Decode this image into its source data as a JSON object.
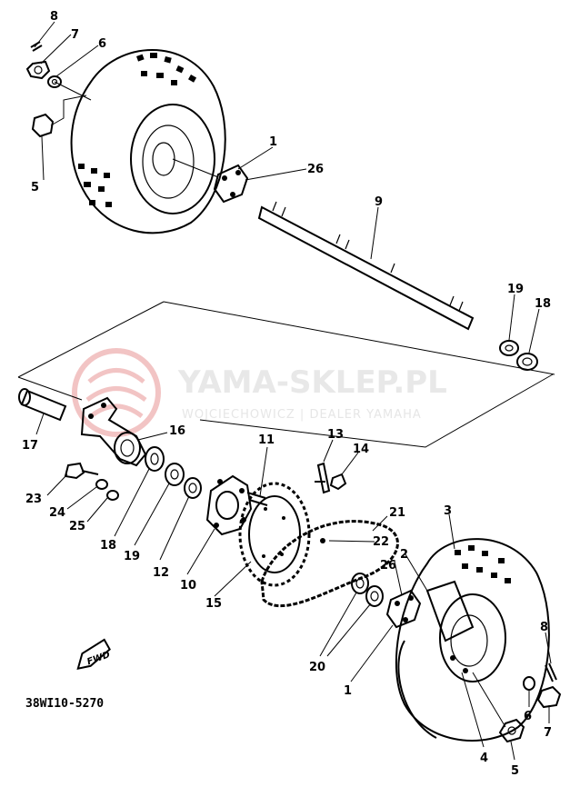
{
  "watermark": {
    "title": "YAMA-SKLEP.PL",
    "subtitle": "WOJCIECHOWICZ | DEALER YAMAHA",
    "logo_color": "#f2c4c4"
  },
  "diagram_code": "38WI10-5270",
  "fwd_label": "FWD",
  "callouts": {
    "c1_top": "1",
    "c26_top": "26",
    "c9": "9",
    "c8_top": "8",
    "c7_top": "7",
    "c6_top": "6",
    "c5_top": "5",
    "c19_top": "19",
    "c18_top": "18",
    "c16": "16",
    "c17": "17",
    "c11": "11",
    "c13": "13",
    "c14": "14",
    "c21": "21",
    "c22": "22",
    "c3": "3",
    "c2": "2",
    "c26_bottom": "26",
    "c23": "23",
    "c24": "24",
    "c25": "25",
    "c18_bottom": "18",
    "c19_bottom": "19",
    "c12": "12",
    "c10": "10",
    "c15": "15",
    "c20": "20",
    "c1_bottom": "1",
    "c8_bottom": "8",
    "c6_bottom": "6",
    "c7_bottom": "7",
    "c4": "4",
    "c5_bottom": "5"
  }
}
